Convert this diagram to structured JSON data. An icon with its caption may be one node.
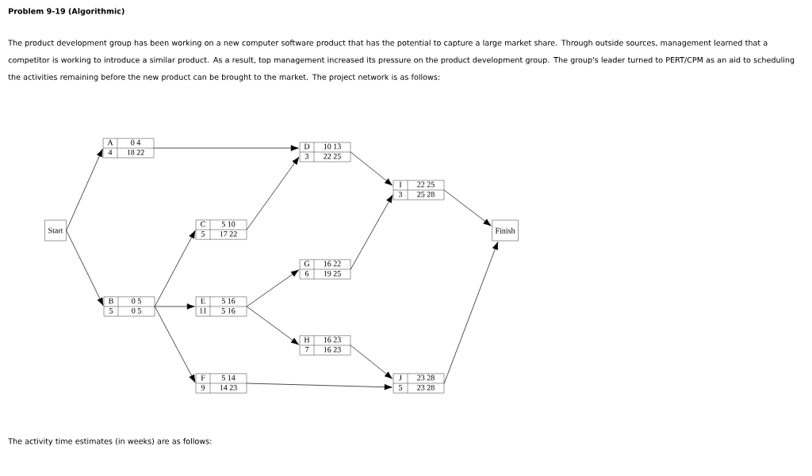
{
  "diagram": {
    "title": "Problem 9-19 (Algorithmic)",
    "nodes": [
      {
        "text": [
          "Start"
        ]
      },
      {
        "text": [
          "A",
          "0 4",
          "4",
          "18 22"
        ]
      },
      {
        "text": [
          "D",
          "10 13",
          "3",
          "22 25"
        ]
      },
      {
        "text": [
          "I",
          "22 25",
          "3",
          "25 28"
        ]
      },
      {
        "text": [
          "C",
          "5 10",
          "5",
          "17 22"
        ]
      },
      {
        "text": [
          "Finish"
        ]
      },
      {
        "text": [
          "G",
          "16 22",
          "6",
          "19 25"
        ]
      },
      {
        "text": [
          "B",
          "0 5",
          "5",
          "0 5"
        ]
      },
      {
        "text": [
          "E",
          "5 16",
          "11",
          "5 16"
        ]
      },
      {
        "text": [
          "H",
          "16 23",
          "7",
          "16 23"
        ]
      },
      {
        "text": [
          "F",
          "5 14",
          "9",
          "14 23"
        ]
      },
      {
        "text": [
          "J",
          "23 28",
          "5",
          "23 28"
        ]
      }
    ],
    "edges": [
      {
        "from": 0,
        "to": 1,
        "arrow": "to"
      },
      {
        "from": 0,
        "to": 7,
        "arrow": "to"
      },
      {
        "from": 1,
        "to": 2,
        "arrow": "to"
      },
      {
        "from": 4,
        "to": 2,
        "arrow": "to"
      },
      {
        "from": 7,
        "to": 4,
        "arrow": "to"
      },
      {
        "from": 7,
        "to": 8,
        "arrow": "to"
      },
      {
        "from": 7,
        "to": 10,
        "arrow": "to"
      },
      {
        "from": 8,
        "to": 6,
        "arrow": "to"
      },
      {
        "from": 8,
        "to": 9,
        "arrow": "to"
      },
      {
        "from": 2,
        "to": 3,
        "arrow": "to"
      },
      {
        "from": 6,
        "to": 3,
        "arrow": "to"
      },
      {
        "from": 3,
        "to": 5,
        "arrow": "to"
      },
      {
        "from": 9,
        "to": 11,
        "arrow": "to"
      },
      {
        "from": 10,
        "to": 11,
        "arrow": "to"
      },
      {
        "from": 11,
        "to": 5,
        "arrow": "to"
      }
    ],
    "labels": [
      "The product development group has been working on a new computer software product that has the potential to capture a large market share. Through outside sources, management learned that a competitor is working to introduce a similar product. As a result, top management increased its pressure on the product development group. The group's leader turned to PERT/CPM as an aid to scheduling the activities remaining before the new product can be brought to the market. The project network is as follows:",
      "The activity time estimates (in weeks) are as follows:"
    ]
  }
}
